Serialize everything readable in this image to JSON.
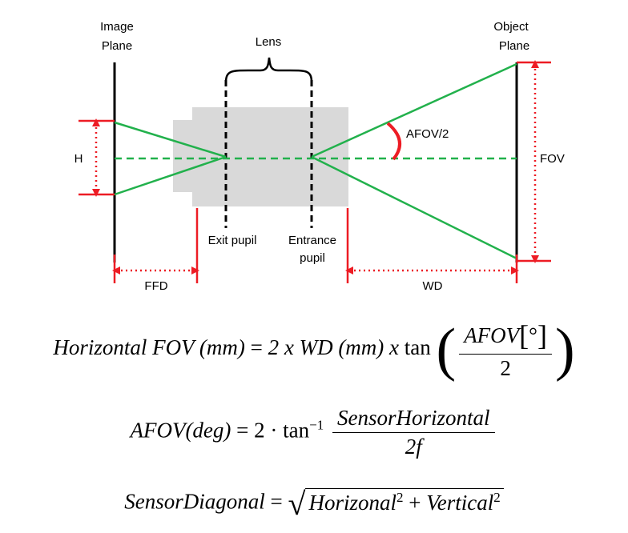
{
  "diagram": {
    "labels": {
      "image_plane": [
        "Image",
        "Plane"
      ],
      "object_plane": [
        "Object",
        "Plane"
      ],
      "lens": "Lens",
      "h": "H",
      "afov_half": "AFOV/2",
      "fov": "FOV",
      "exit_pupil": "Exit pupil",
      "entrance_pupil": [
        "Entrance",
        "pupil"
      ],
      "ffd": "FFD",
      "wd": "WD"
    },
    "colors": {
      "ray": "#22b14c",
      "dimension": "#ed1c24",
      "lens_body": "#d9d9d9",
      "lines": "#000000"
    }
  },
  "equations": {
    "eq1": {
      "lhs": "Horizontal FOV (mm)",
      "equals": "=",
      "rhs_prefix": "2 x WD (mm) x",
      "func": "tan",
      "numerator": "AFOV",
      "bracket_open": "[",
      "unit": "°",
      "bracket_close": "]",
      "denominator": "2",
      "paren_open": "(",
      "paren_close": ")"
    },
    "eq2": {
      "lhs": "AFOV(deg)",
      "equals": "=",
      "coef": "2 · tan",
      "exponent": "−1",
      "numerator": "SensorHorizontal",
      "denominator": "2f"
    },
    "eq3": {
      "lhs": "SensorDiagonal",
      "equals": "=",
      "radical": "√",
      "term1": "Horizonal",
      "exp1": "2",
      "plus": "+",
      "term2": "Vertical",
      "exp2": "2"
    }
  }
}
